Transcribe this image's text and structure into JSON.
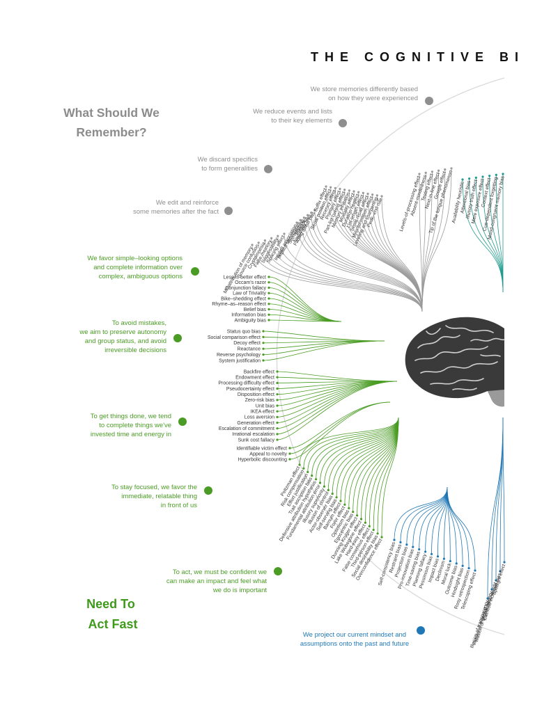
{
  "title": "THE COGNITIVE BI",
  "categories": {
    "remember": [
      "What Should We",
      "Remember?"
    ],
    "act_fast": [
      "Need To",
      "Act Fast"
    ]
  },
  "colors": {
    "gray": "#8e8e8e",
    "green": "#4a9c24",
    "teal": "#1f9a8c",
    "blue": "#1f77b5",
    "ring": "#d9d9d9"
  },
  "captions": [
    {
      "id": "memory-differently",
      "lines": [
        "We store memories differently based",
        "on how they were experienced"
      ],
      "color": "gray"
    },
    {
      "id": "reduce-events",
      "lines": [
        "We reduce events and lists",
        "to their key elements"
      ],
      "color": "gray"
    },
    {
      "id": "discard-specifics",
      "lines": [
        "We discard specifics",
        "to form generalities"
      ],
      "color": "gray"
    },
    {
      "id": "edit-reinforce",
      "lines": [
        "We edit and reinforce",
        "some memories after the fact"
      ],
      "color": "gray"
    },
    {
      "id": "favor-simple",
      "lines": [
        "We favor simple–looking options",
        "and complete information over",
        "complex, ambiguous options"
      ],
      "color": "green"
    },
    {
      "id": "avoid-mistakes",
      "lines": [
        "To avoid mistakes,",
        "we aim to preserve autonomy",
        "and group status, and avoid",
        "irreversible decisions"
      ],
      "color": "green"
    },
    {
      "id": "get-things-done",
      "lines": [
        "To get things done, we tend",
        "to complete things we've",
        "invested time and energy in"
      ],
      "color": "green"
    },
    {
      "id": "stay-focused",
      "lines": [
        "To stay focused, we favor the",
        "immediate, relatable thing",
        "in front of us"
      ],
      "color": "green"
    },
    {
      "id": "be-confident",
      "lines": [
        "To act, we must be confident we",
        "can make an impact and feel what",
        "we do is important"
      ],
      "color": "green"
    },
    {
      "id": "project-mindset",
      "lines": [
        "We project our current mindset and",
        "assumptions onto the past and future"
      ],
      "color": "blue"
    }
  ],
  "branches": {
    "gray_memory": [
      "Spacing effect",
      "Suggestibility",
      "False memory",
      "Cryptomnesia",
      "Source confusion",
      "Misattribution of memory"
    ],
    "gray_general": [
      "Fading affect bias",
      "Negativity bias",
      "Prejudice",
      "Stereotyping",
      "Implicit stereotypes",
      "Implicit association"
    ],
    "gray_reduce": [
      "Peak–end rule",
      "Leveling and sharpening",
      "Misinformation effect",
      "Serial recall effect",
      "List-length effect",
      "Duration neglect",
      "Modality effect",
      "Memory inhibition",
      "Part-list cueing effect",
      "Primacy effect",
      "Recency effect",
      "Serial position effect",
      "Suffix effect"
    ],
    "gray_store": [
      "Levels-of-processing effect",
      "Absent-mindedness",
      "Testing effect",
      "Next-in-line effect",
      "Google effect",
      "Tip of the tongue phenomenon"
    ],
    "teal_top": [
      "Availability heuristic",
      "Attentional bias",
      "Illusory truth effect",
      "Mere exposure effect",
      "Context effect",
      "Cue-dependent forgetting",
      "Mood-congruent memory bias"
    ],
    "green_simple": [
      "Less-is-better effect",
      "Occam's razor",
      "Conjunction fallacy",
      "Law of Triviality",
      "Bike–shedding effect",
      "Rhyme–as–reason effect",
      "Belief bias",
      "Information bias",
      "Ambiguity bias"
    ],
    "green_autonomy": [
      "Status quo bias",
      "Social comparison effect",
      "Decoy effect",
      "Reactance",
      "Reverse psychology",
      "System justification"
    ],
    "green_invested": [
      "Backfire effect",
      "Endowment effect",
      "Processing difficulty effect",
      "Pseudocertainty effect",
      "Disposition effect",
      "Zero-risk bias",
      "Unit bias",
      "IKEA effect",
      "Loss aversion",
      "Generation effect",
      "Escalation of commitment",
      "Irrational escalation",
      "Sunk cost fallacy"
    ],
    "green_immediate": [
      "Identifiable victim effect",
      "Appeal to novelty",
      "Hyperbolic discounting"
    ],
    "green_confident": [
      "Peltzman effect",
      "Risk compensation",
      "Effort justification",
      "Trait ascription bias",
      "Defensive attribution hypothesis",
      "Fundamental attribution error",
      "Illusory superiority",
      "Illusion of control",
      "Actor-observer bias",
      "Self-serving bias",
      "Barnum effect",
      "Forer effect",
      "Optimism bias",
      "Egocentric bias",
      "Dunning-Kruger effect",
      "Lake Wobegone effect",
      "Hard-easy effect",
      "False consensus effect",
      "Third-person effect",
      "Social desirability bias",
      "Overconfidence effect"
    ],
    "blue_project": [
      "Self-consistency bias",
      "Restraint bias",
      "Projection bias",
      "Pro-innovation bias",
      "Time-saving bias",
      "Planning fallacy",
      "Pessimism bias",
      "Impact bias",
      "Declinism",
      "Moral luck",
      "Outcome bias",
      "Hindsight bias",
      "Rosy retrospection",
      "Telescoping effect"
    ],
    "blue_right": [
      "Illusion of transparency",
      "Illusion of external agency",
      "Illusion of asymmetric insight",
      "Extrinsic incentive bias",
      "Spotlight effect"
    ]
  }
}
